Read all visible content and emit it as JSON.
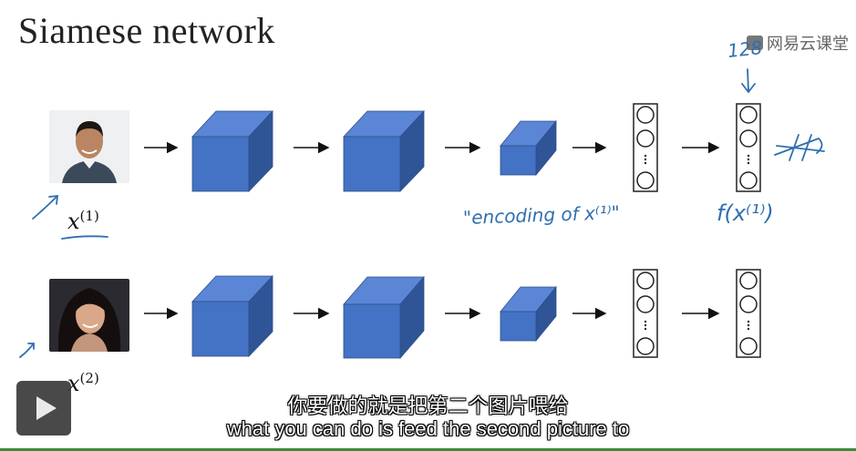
{
  "title": "Siamese network",
  "watermark": "网易云课堂",
  "labels": {
    "x1": "x",
    "x1_sup": "(1)",
    "x2": "x",
    "x2_sup": "(2)"
  },
  "handwriting": {
    "encoding": "\"encoding of x⁽¹⁾\"",
    "f_of_x": "f(x⁽¹⁾)",
    "dim": "128",
    "scribble": "###"
  },
  "subtitles": {
    "chinese": "你要做的就是把第二个图片喂给",
    "english": "what you can do is feed the second picture to"
  },
  "colors": {
    "cube_front": "#4472c4",
    "cube_top": "#5b86d6",
    "cube_side": "#2f5597",
    "handwriting": "#2f6fb0"
  },
  "icons": [
    "play-icon",
    "arrow-icon",
    "watermark-logo-icon"
  ]
}
